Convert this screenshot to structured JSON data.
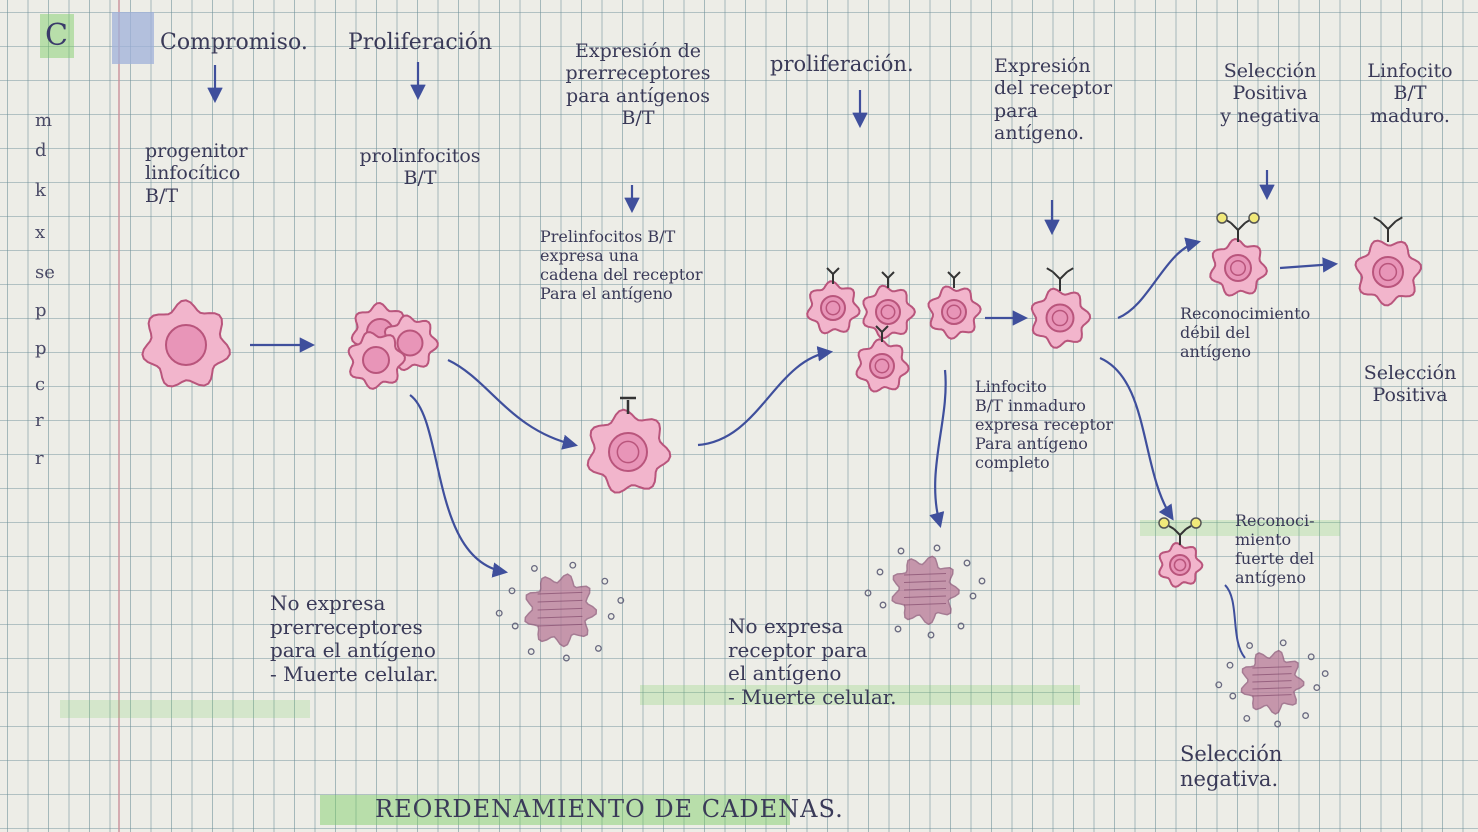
{
  "page_letter": "C",
  "margin_letters": [
    "m",
    "d",
    "k",
    "x",
    "se",
    "p",
    "p",
    "c",
    "r",
    "r"
  ],
  "headers": {
    "compromiso": "Compromiso.",
    "proliferacion_1": "Proliferación",
    "expresion_prerreceptores": "Expresión de\nprerreceptores\npara antígenos\nB/T",
    "proliferacion_2": "proliferación.",
    "expresion_receptor": "Expresión\ndel receptor\npara\nantígeno.",
    "seleccion": "Selección\nPositiva\ny negativa",
    "linfocito_maduro": "Linfocito\nB/T\nmaduro."
  },
  "labels": {
    "progenitor": "progenitor\nlinfocítico\nB/T",
    "prolinfocitos": "prolinfocitos\nB/T",
    "prelinfocitos": "Prelinfocitos B/T\nexpresa una\ncadena del receptor\nPara el antígeno",
    "inmaduro": "Linfocito\nB/T inmaduro\nexpresa receptor\nPara antígeno\ncompleto",
    "reconocimiento_debil": "Reconocimiento\ndébil del\nantígeno",
    "seleccion_positiva": "Selección\nPositiva",
    "reconocimiento_fuerte": "Reconoci-\nmiento\nfuerte del\nantígeno",
    "seleccion_negativa": "Selección\nnegativa.",
    "muerte_1": "No expresa\nprerreceptores\npara el antígeno\n- Muerte celular.",
    "muerte_2": "No expresa\nreceptor para\nel antígeno\n- Muerte celular."
  },
  "footer": "REORDENAMIENTO DE CADENAS.",
  "colors": {
    "cell_fill": "#f2b5cc",
    "cell_stroke": "#b9557c",
    "nucleus_fill": "#e895b8",
    "dead_fill": "#b87a98",
    "arrow": "#3f4f9c",
    "highlight": "#7fcf5f",
    "ink": "#3a3a58"
  }
}
